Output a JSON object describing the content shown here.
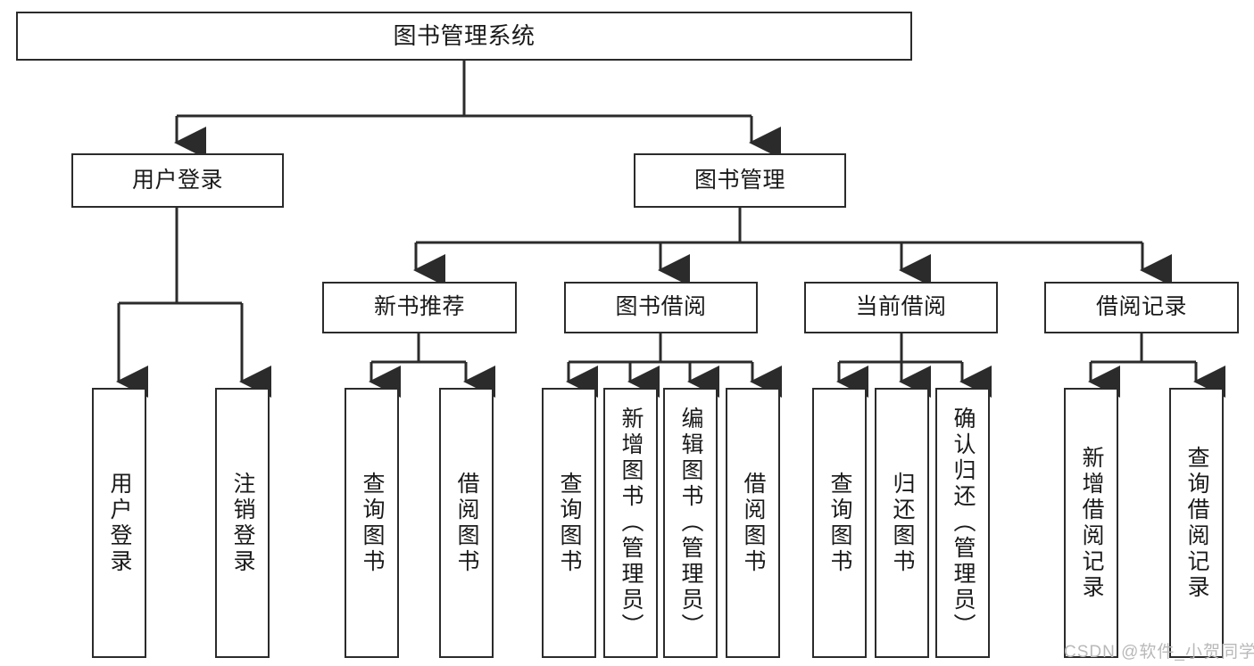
{
  "diagram": {
    "type": "tree-hierarchy-chart",
    "title": "图书管理系统",
    "watermark": "CSDN @软件_小贺同学",
    "colors": {
      "stroke": "#2b2b2b",
      "fill": "#ffffff",
      "text": "#1a1a1a",
      "watermark": "#b9b9b9"
    },
    "nodes": {
      "root": {
        "label": "图书管理系统"
      },
      "level2": [
        {
          "id": "user-login",
          "label": "用户登录"
        },
        {
          "id": "book-manage",
          "label": "图书管理"
        }
      ],
      "level3": [
        {
          "id": "new-book-recommend",
          "label": "新书推荐"
        },
        {
          "id": "book-borrow",
          "label": "图书借阅"
        },
        {
          "id": "current-borrow",
          "label": "当前借阅"
        },
        {
          "id": "borrow-record",
          "label": "借阅记录"
        }
      ],
      "leaves": {
        "user_login": [
          {
            "id": "leaf-user-login",
            "label": "用户登录"
          },
          {
            "id": "leaf-user-logout",
            "label": "注销登录"
          }
        ],
        "new_book_recommend": [
          {
            "id": "leaf-query-book-1",
            "label": "查询图书"
          },
          {
            "id": "leaf-borrow-book-1",
            "label": "借阅图书"
          }
        ],
        "book_borrow": [
          {
            "id": "leaf-query-book-2",
            "label": "查询图书"
          },
          {
            "id": "leaf-add-book",
            "label": "新增图书（管理员）"
          },
          {
            "id": "leaf-edit-book",
            "label": "编辑图书（管理员）"
          },
          {
            "id": "leaf-borrow-book-2",
            "label": "借阅图书"
          }
        ],
        "current_borrow": [
          {
            "id": "leaf-query-book-3",
            "label": "查询图书"
          },
          {
            "id": "leaf-return-book",
            "label": "归还图书"
          },
          {
            "id": "leaf-confirm-return",
            "label": "确认归还（管理员）"
          }
        ],
        "borrow_record": [
          {
            "id": "leaf-add-record",
            "label": "新增借阅记录"
          },
          {
            "id": "leaf-query-record",
            "label": "查询借阅记录"
          }
        ]
      }
    }
  }
}
